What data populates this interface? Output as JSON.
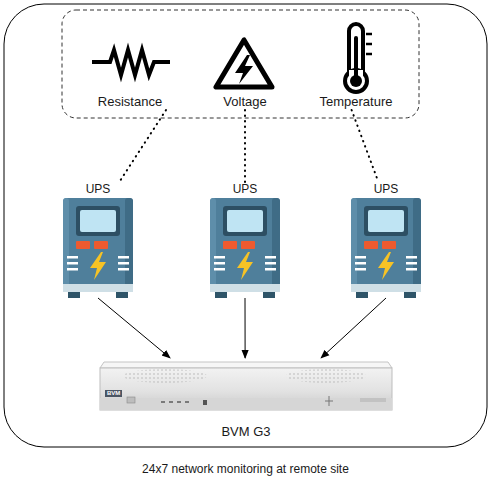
{
  "diagram": {
    "caption": "24x7 network monitoring at remote site",
    "nodes": [
      {
        "text": [
          "Resistance"
        ]
      },
      {
        "text": [
          "Voltage"
        ]
      },
      {
        "text": [
          "Temperature"
        ]
      },
      {
        "text": [
          "UPS"
        ]
      },
      {
        "text": [
          "UPS"
        ]
      },
      {
        "text": [
          "UPS"
        ]
      },
      {
        "text": [
          "BVM G3"
        ]
      }
    ],
    "edges": [
      {
        "from": 0,
        "to": 3,
        "arrow": "none"
      },
      {
        "from": 1,
        "to": 4,
        "arrow": "none"
      },
      {
        "from": 2,
        "to": 5,
        "arrow": "none"
      },
      {
        "from": 3,
        "to": 6,
        "arrow": "to"
      },
      {
        "from": 4,
        "to": 6,
        "arrow": "to"
      },
      {
        "from": 5,
        "to": 6,
        "arrow": "to"
      }
    ],
    "labels": [
      "BVM"
    ]
  }
}
